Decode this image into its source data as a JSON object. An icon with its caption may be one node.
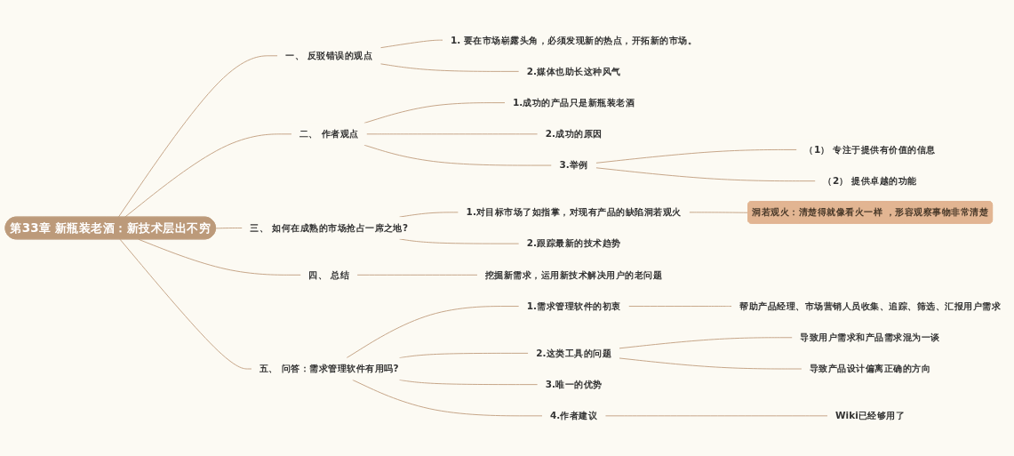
{
  "diagram": {
    "nodes": [
      {
        "text": [
          "第33章 新瓶装老酒：新技术层出不穷"
        ]
      },
      {
        "text": [
          "一、 反驳错误的观点"
        ]
      },
      {
        "text": [
          "1. 要在市场崭露头角，必须发现新的热点，开拓新的市场。"
        ]
      },
      {
        "text": [
          "2.媒体也助长这种风气"
        ]
      },
      {
        "text": [
          "二、 作者观点"
        ]
      },
      {
        "text": [
          "1.成功的产品只是新瓶装老酒"
        ]
      },
      {
        "text": [
          "2.成功的原因"
        ]
      },
      {
        "text": [
          "3.举例"
        ]
      },
      {
        "text": [
          "（1） 专注于提供有价值的信息"
        ]
      },
      {
        "text": [
          "（2） 提供卓越的功能"
        ]
      },
      {
        "text": [
          "三、 如何在成熟的市场抢占一席之地?"
        ]
      },
      {
        "text": [
          "1.对目标市场了如指掌，对现有产品的缺陷洞若观火"
        ]
      },
      {
        "text": [
          "洞若观火：清楚得就像看火一样 ，形容观察事物非常清楚"
        ]
      },
      {
        "text": [
          "2.跟踪最新的技术趋势"
        ]
      },
      {
        "text": [
          "四、 总结"
        ]
      },
      {
        "text": [
          "挖掘新需求，运用新技术解决用户的老问题"
        ]
      },
      {
        "text": [
          "五、 问答：需求管理软件有用吗?"
        ]
      },
      {
        "text": [
          "1.需求管理软件的初衷"
        ]
      },
      {
        "text": [
          "帮助产品经理、市场营销人员收集、追踪、筛选、汇报用户需求"
        ]
      },
      {
        "text": [
          "2.这类工具的问题"
        ]
      },
      {
        "text": [
          "导致用户需求和产品需求混为一谈"
        ]
      },
      {
        "text": [
          "导致产品设计偏离正确的方向"
        ]
      },
      {
        "text": [
          "3.唯一的优势"
        ]
      },
      {
        "text": [
          "4.作者建议"
        ]
      },
      {
        "text": [
          "Wiki已经够用了"
        ]
      }
    ],
    "edges": [
      {
        "from": 0,
        "to": 1,
        "arrow": "none"
      },
      {
        "from": 1,
        "to": 2,
        "arrow": "none"
      },
      {
        "from": 1,
        "to": 3,
        "arrow": "none"
      },
      {
        "from": 0,
        "to": 4,
        "arrow": "none"
      },
      {
        "from": 4,
        "to": 5,
        "arrow": "none"
      },
      {
        "from": 4,
        "to": 6,
        "arrow": "none"
      },
      {
        "from": 4,
        "to": 7,
        "arrow": "none"
      },
      {
        "from": 7,
        "to": 8,
        "arrow": "none"
      },
      {
        "from": 7,
        "to": 9,
        "arrow": "none"
      },
      {
        "from": 0,
        "to": 10,
        "arrow": "none"
      },
      {
        "from": 10,
        "to": 11,
        "arrow": "none"
      },
      {
        "from": 11,
        "to": 12,
        "arrow": "none"
      },
      {
        "from": 10,
        "to": 13,
        "arrow": "none"
      },
      {
        "from": 0,
        "to": 14,
        "arrow": "none"
      },
      {
        "from": 14,
        "to": 15,
        "arrow": "none"
      },
      {
        "from": 0,
        "to": 16,
        "arrow": "none"
      },
      {
        "from": 16,
        "to": 17,
        "arrow": "none"
      },
      {
        "from": 17,
        "to": 18,
        "arrow": "none"
      },
      {
        "from": 16,
        "to": 19,
        "arrow": "none"
      },
      {
        "from": 19,
        "to": 20,
        "arrow": "none"
      },
      {
        "from": 19,
        "to": 21,
        "arrow": "none"
      },
      {
        "from": 16,
        "to": 22,
        "arrow": "none"
      },
      {
        "from": 16,
        "to": 23,
        "arrow": "none"
      },
      {
        "from": 23,
        "to": 24,
        "arrow": "none"
      }
    ]
  }
}
